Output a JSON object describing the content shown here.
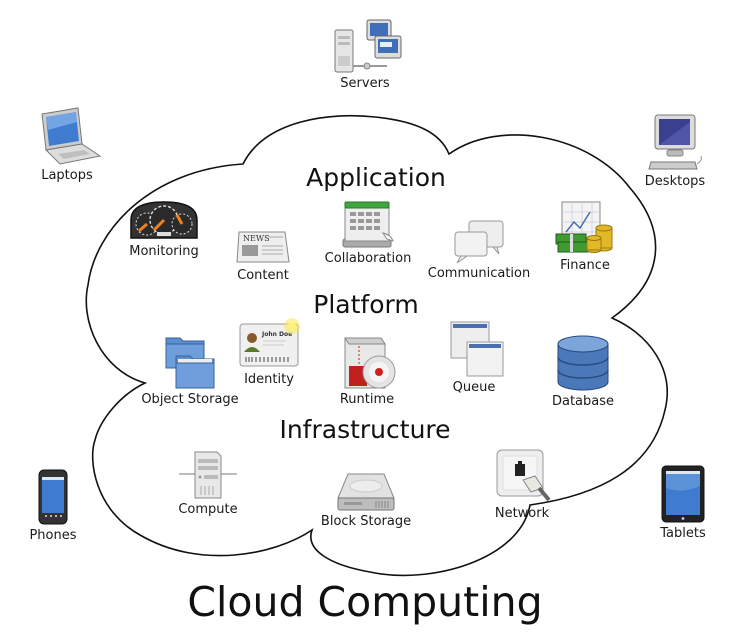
{
  "title": "Cloud Computing",
  "layers": {
    "application": "Application",
    "platform": "Platform",
    "infrastructure": "Infrastructure"
  },
  "clients": {
    "servers": {
      "label": "Servers",
      "icon": "servers-icon"
    },
    "laptops": {
      "label": "Laptops",
      "icon": "laptop-icon"
    },
    "desktops": {
      "label": "Desktops",
      "icon": "desktop-icon"
    },
    "phones": {
      "label": "Phones",
      "icon": "phone-icon"
    },
    "tablets": {
      "label": "Tablets",
      "icon": "tablet-icon"
    }
  },
  "application": {
    "monitoring": {
      "label": "Monitoring",
      "icon": "dashboard-gauge-icon"
    },
    "content": {
      "label": "Content",
      "icon": "newspaper-icon",
      "icon_text": "NEWS"
    },
    "collaboration": {
      "label": "Collaboration",
      "icon": "calendar-icon"
    },
    "communication": {
      "label": "Communication",
      "icon": "chat-bubbles-icon"
    },
    "finance": {
      "label": "Finance",
      "icon": "money-chart-icon"
    }
  },
  "platform": {
    "object_storage": {
      "label": "Object Storage",
      "icon": "folders-icon"
    },
    "identity": {
      "label": "Identity",
      "icon": "id-card-icon",
      "icon_text": "John Doe"
    },
    "runtime": {
      "label": "Runtime",
      "icon": "package-disc-icon"
    },
    "queue": {
      "label": "Queue",
      "icon": "stacked-windows-icon"
    },
    "database": {
      "label": "Database",
      "icon": "database-cylinder-icon"
    }
  },
  "infrastructure": {
    "compute": {
      "label": "Compute",
      "icon": "server-tower-icon"
    },
    "block_storage": {
      "label": "Block Storage",
      "icon": "hard-drive-icon"
    },
    "network": {
      "label": "Network",
      "icon": "network-port-icon"
    }
  },
  "colors": {
    "outline": "#111111",
    "screen_blue": "#3f7ccf",
    "folder_blue": "#5a8ed0",
    "calendar_green": "#3fa63f",
    "money_green": "#3f9a2f",
    "coin_gold": "#e0b828",
    "runtime_red": "#c0201e",
    "desktop_screen": "#3a3f8f"
  }
}
